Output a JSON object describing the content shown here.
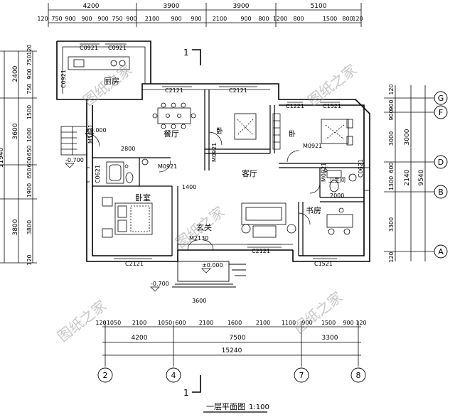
{
  "title": "一层平面图",
  "scale": "1:100",
  "watermark": "图纸之家",
  "section_mark": "1",
  "rooms": {
    "kitchen": "厨房",
    "dining": "餐厅",
    "living": "客厅",
    "bed_left": "卧室",
    "bed_top": "卧",
    "bed_right": "卧",
    "study": "书房",
    "bath": "卫生间",
    "hall": "玄关"
  },
  "levels": {
    "l0": "±0.000",
    "l1": "±0.000",
    "l2": "-0.700",
    "l3": "-0.700"
  },
  "labels": {
    "c0921a": "C0921",
    "c0921b": "C0921",
    "c0921c": "C0921",
    "c2121a": "C2121",
    "c2121b": "C2121",
    "c2121c": "C2121",
    "c2121d": "C2121",
    "c1221": "C1221",
    "c1521a": "C1521",
    "c1521b": "C1521",
    "c0621a": "C0621",
    "c0621b": "C0621",
    "m1021": "M1021",
    "m0921a": "M0921",
    "m0921b": "M0921",
    "m0921c": "M0921",
    "m0821": "M0821",
    "m2130": "M2130",
    "w2800": "2800",
    "w1400": "1400",
    "w3600": "3600",
    "w2000": "2000"
  },
  "dims": {
    "top_row1": [
      "4200",
      "3900",
      "3900",
      "5100"
    ],
    "top_row2": [
      "120",
      "750",
      "900",
      "900",
      "900",
      "750",
      "900",
      "2100",
      "900",
      "900",
      "2100",
      "900",
      "800",
      "1200",
      "800",
      "1500",
      "800",
      "120"
    ],
    "bot_row1": [
      "120",
      "1050",
      "2100",
      "1050",
      "600",
      "2100",
      "1600",
      "2100",
      "1100",
      "900",
      "1500",
      "900",
      "120"
    ],
    "bot_row2": [
      "4200",
      "7500",
      "3300"
    ],
    "bot_total": "15240",
    "left_row1": [
      "120",
      "750",
      "900",
      "750",
      "1500",
      "1000",
      "650",
      "600",
      "650",
      "1900",
      "3800",
      "120"
    ],
    "left_row2": [
      "2400",
      "3600",
      "3800"
    ],
    "left_total": "11940",
    "right_row1": [
      "120",
      "900",
      "900",
      "3000",
      "600",
      "1300",
      "3300",
      "120"
    ],
    "right_row2": [
      "3000",
      "2140",
      "9540"
    ]
  },
  "axes": {
    "bottom": [
      "2",
      "4",
      "7",
      "8"
    ],
    "right": [
      "G",
      "F",
      "D",
      "B",
      "A"
    ]
  }
}
